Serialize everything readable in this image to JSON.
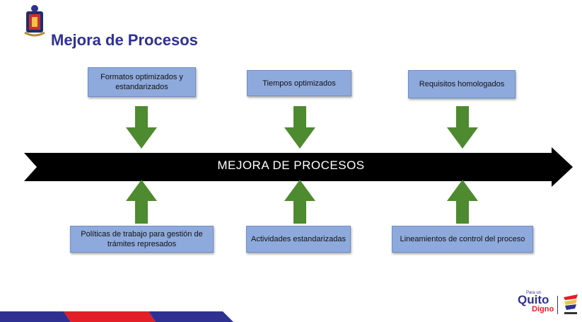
{
  "slide": {
    "title": "Mejora de Procesos",
    "banner": "MEJORA DE PROCESOS"
  },
  "top_boxes": [
    {
      "label": "Formatos optimizados y estandarizados"
    },
    {
      "label": "Tiempos optimizados"
    },
    {
      "label": "Requisitos homologados"
    }
  ],
  "bottom_boxes": [
    {
      "label": "Políticas de trabajo para gestión de trámites represados"
    },
    {
      "label": "Actividades estandarizadas"
    },
    {
      "label": "Lineamientos de control del proceso"
    }
  ],
  "brand": {
    "prefix": "Para un",
    "name": "Quito",
    "suffix": "Digno"
  },
  "colors": {
    "title": "#2e3192",
    "box_fill": "#8eaadc",
    "arrow_green": "#4e8a2f",
    "banner": "#000000",
    "footer_blue": "#2e3192",
    "footer_red": "#e21f26"
  },
  "icons": [
    "coat-of-arms-icon",
    "quito-logo-icon",
    "municipality-emblem-icon"
  ]
}
